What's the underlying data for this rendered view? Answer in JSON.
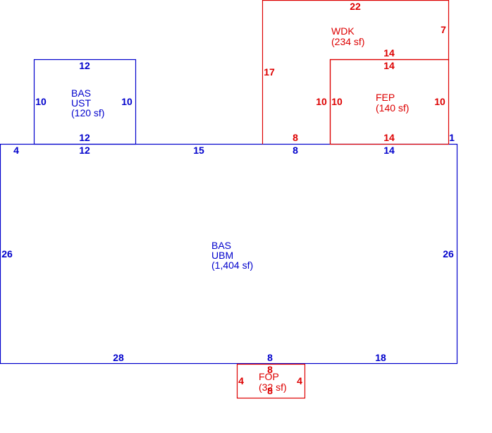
{
  "colors": {
    "blue": "#0000cc",
    "red": "#dd0000",
    "background": "#ffffff"
  },
  "areas": {
    "bas_ubm": {
      "code": "BAS",
      "sub": "UBM",
      "size": "(1,404 sf)"
    },
    "bas_ust": {
      "code": "BAS",
      "sub": "UST",
      "size": "(120 sf)"
    },
    "wdk": {
      "code": "WDK",
      "size": "(234 sf)"
    },
    "fep": {
      "code": "FEP",
      "size": "(140 sf)"
    },
    "fop": {
      "code": "FOP",
      "size": "(32 sf)"
    }
  },
  "dims": {
    "ubm_left": "26",
    "ubm_right": "26",
    "ubm_top_a": "4",
    "ubm_top_b": "12",
    "ubm_top_c": "15",
    "ubm_top_d": "8",
    "ubm_top_e": "14",
    "ubm_bottom_a": "28",
    "ubm_bottom_b": "8",
    "ubm_bottom_c": "18",
    "ust_top": "12",
    "ust_bottom": "12",
    "ust_left": "10",
    "ust_right": "10",
    "wdk_top": "22",
    "wdk_right": "7",
    "wdk_left": "17",
    "wdk_inner_top": "14",
    "wdk_inner_left": "10",
    "wdk_bottom": "8",
    "fep_top": "14",
    "fep_left": "10",
    "fep_right": "10",
    "fep_bottom": "14",
    "fep_gap": "1",
    "fop_top": "8",
    "fop_left": "4",
    "fop_right": "4",
    "fop_bottom": "8"
  }
}
